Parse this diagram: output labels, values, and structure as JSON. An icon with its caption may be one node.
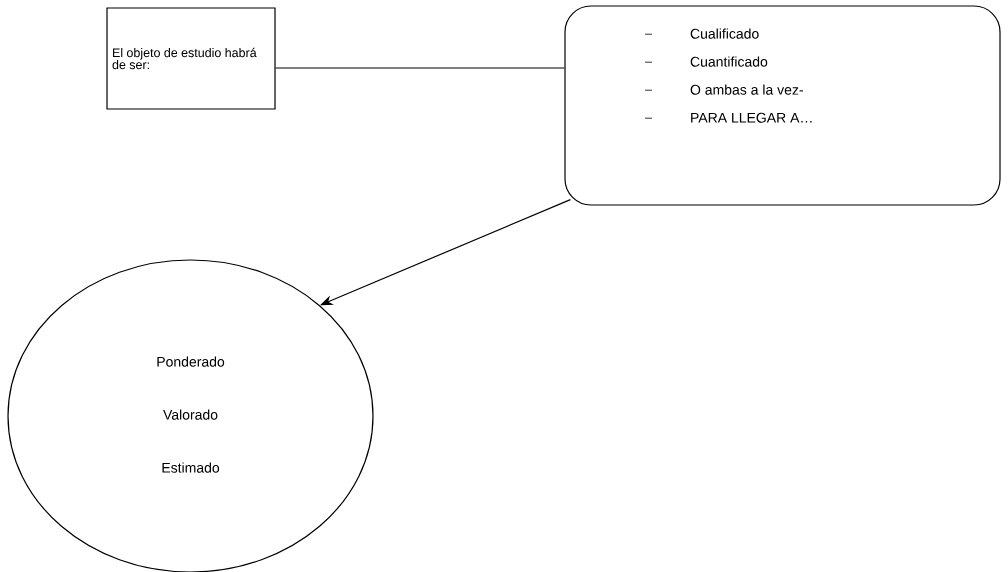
{
  "diagram": {
    "nodes": [
      {
        "text": [
          "El objeto de estudio habrá de ser:"
        ]
      },
      {
        "text": [
          "Cualificado",
          "Cuantificado",
          "O ambas a la vez-",
          "PARA LLEGAR A…"
        ]
      },
      {
        "text": [
          "Ponderado",
          "Valorado",
          "Estimado"
        ]
      }
    ],
    "edges": [
      {
        "from": 0,
        "to": 1,
        "arrow": "none"
      },
      {
        "from": 1,
        "to": 2,
        "arrow": "to"
      }
    ]
  }
}
